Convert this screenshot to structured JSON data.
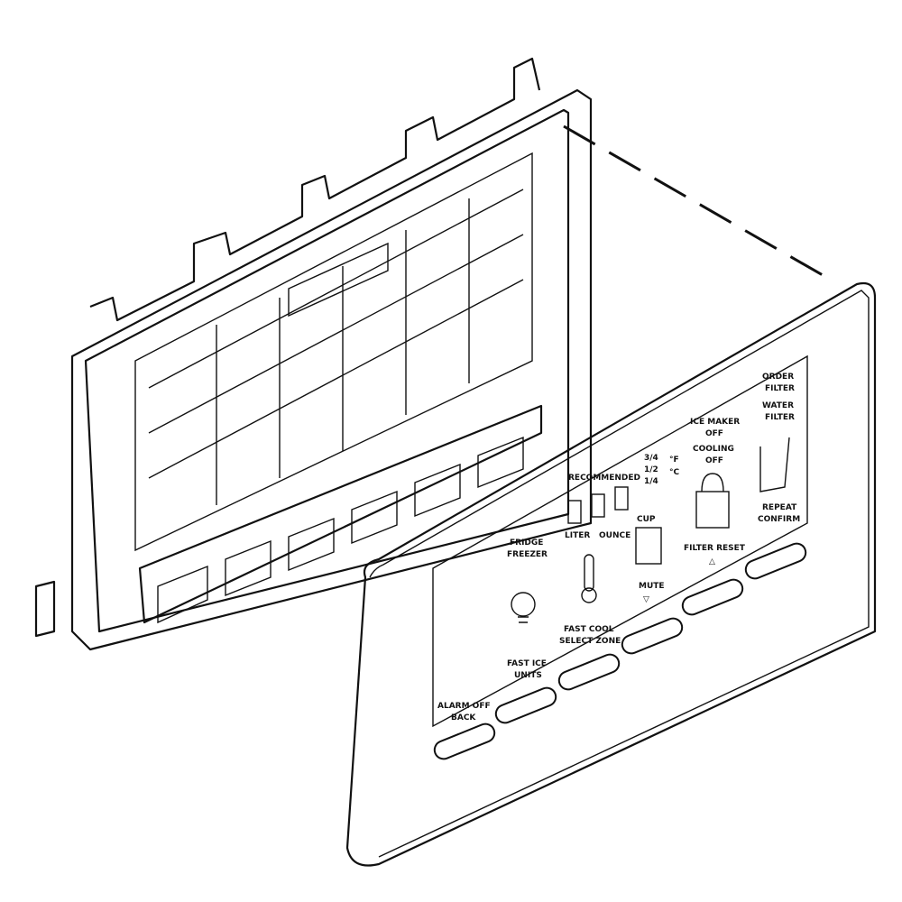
{
  "panel_labels": {
    "alarm_off": "ALARM OFF",
    "back": "BACK",
    "fast_ice": "FAST ICE",
    "units": "UNITS",
    "fast_cool": "FAST COOL",
    "select_zone": "SELECT ZONE",
    "mute": "MUTE",
    "filter_reset": "FILTER RESET",
    "repeat": "REPEAT",
    "confirm": "CONFIRM",
    "fridge": "FRIDGE",
    "freezer": "FREEZER",
    "recommended": "RECOMMENDED",
    "liter": "LITER",
    "ounce": "OUNCE",
    "cup": "CUP",
    "frac_34": "3/4",
    "frac_12": "1/2",
    "frac_14": "1/4",
    "deg_f": "°F",
    "deg_c": "°C",
    "ice_maker": "ICE MAKER",
    "ice_maker_off": "OFF",
    "cooling": "COOLING",
    "cooling_off": "OFF",
    "order_filter_1": "ORDER",
    "order_filter_2": "FILTER",
    "water_filter_1": "WATER",
    "water_filter_2": "FILTER"
  },
  "icons": [
    "lock-icon",
    "thermometer-icon",
    "light-bulb-icon",
    "water-glass-icon",
    "list-icon",
    "triangle-up-icon",
    "triangle-down-icon"
  ]
}
